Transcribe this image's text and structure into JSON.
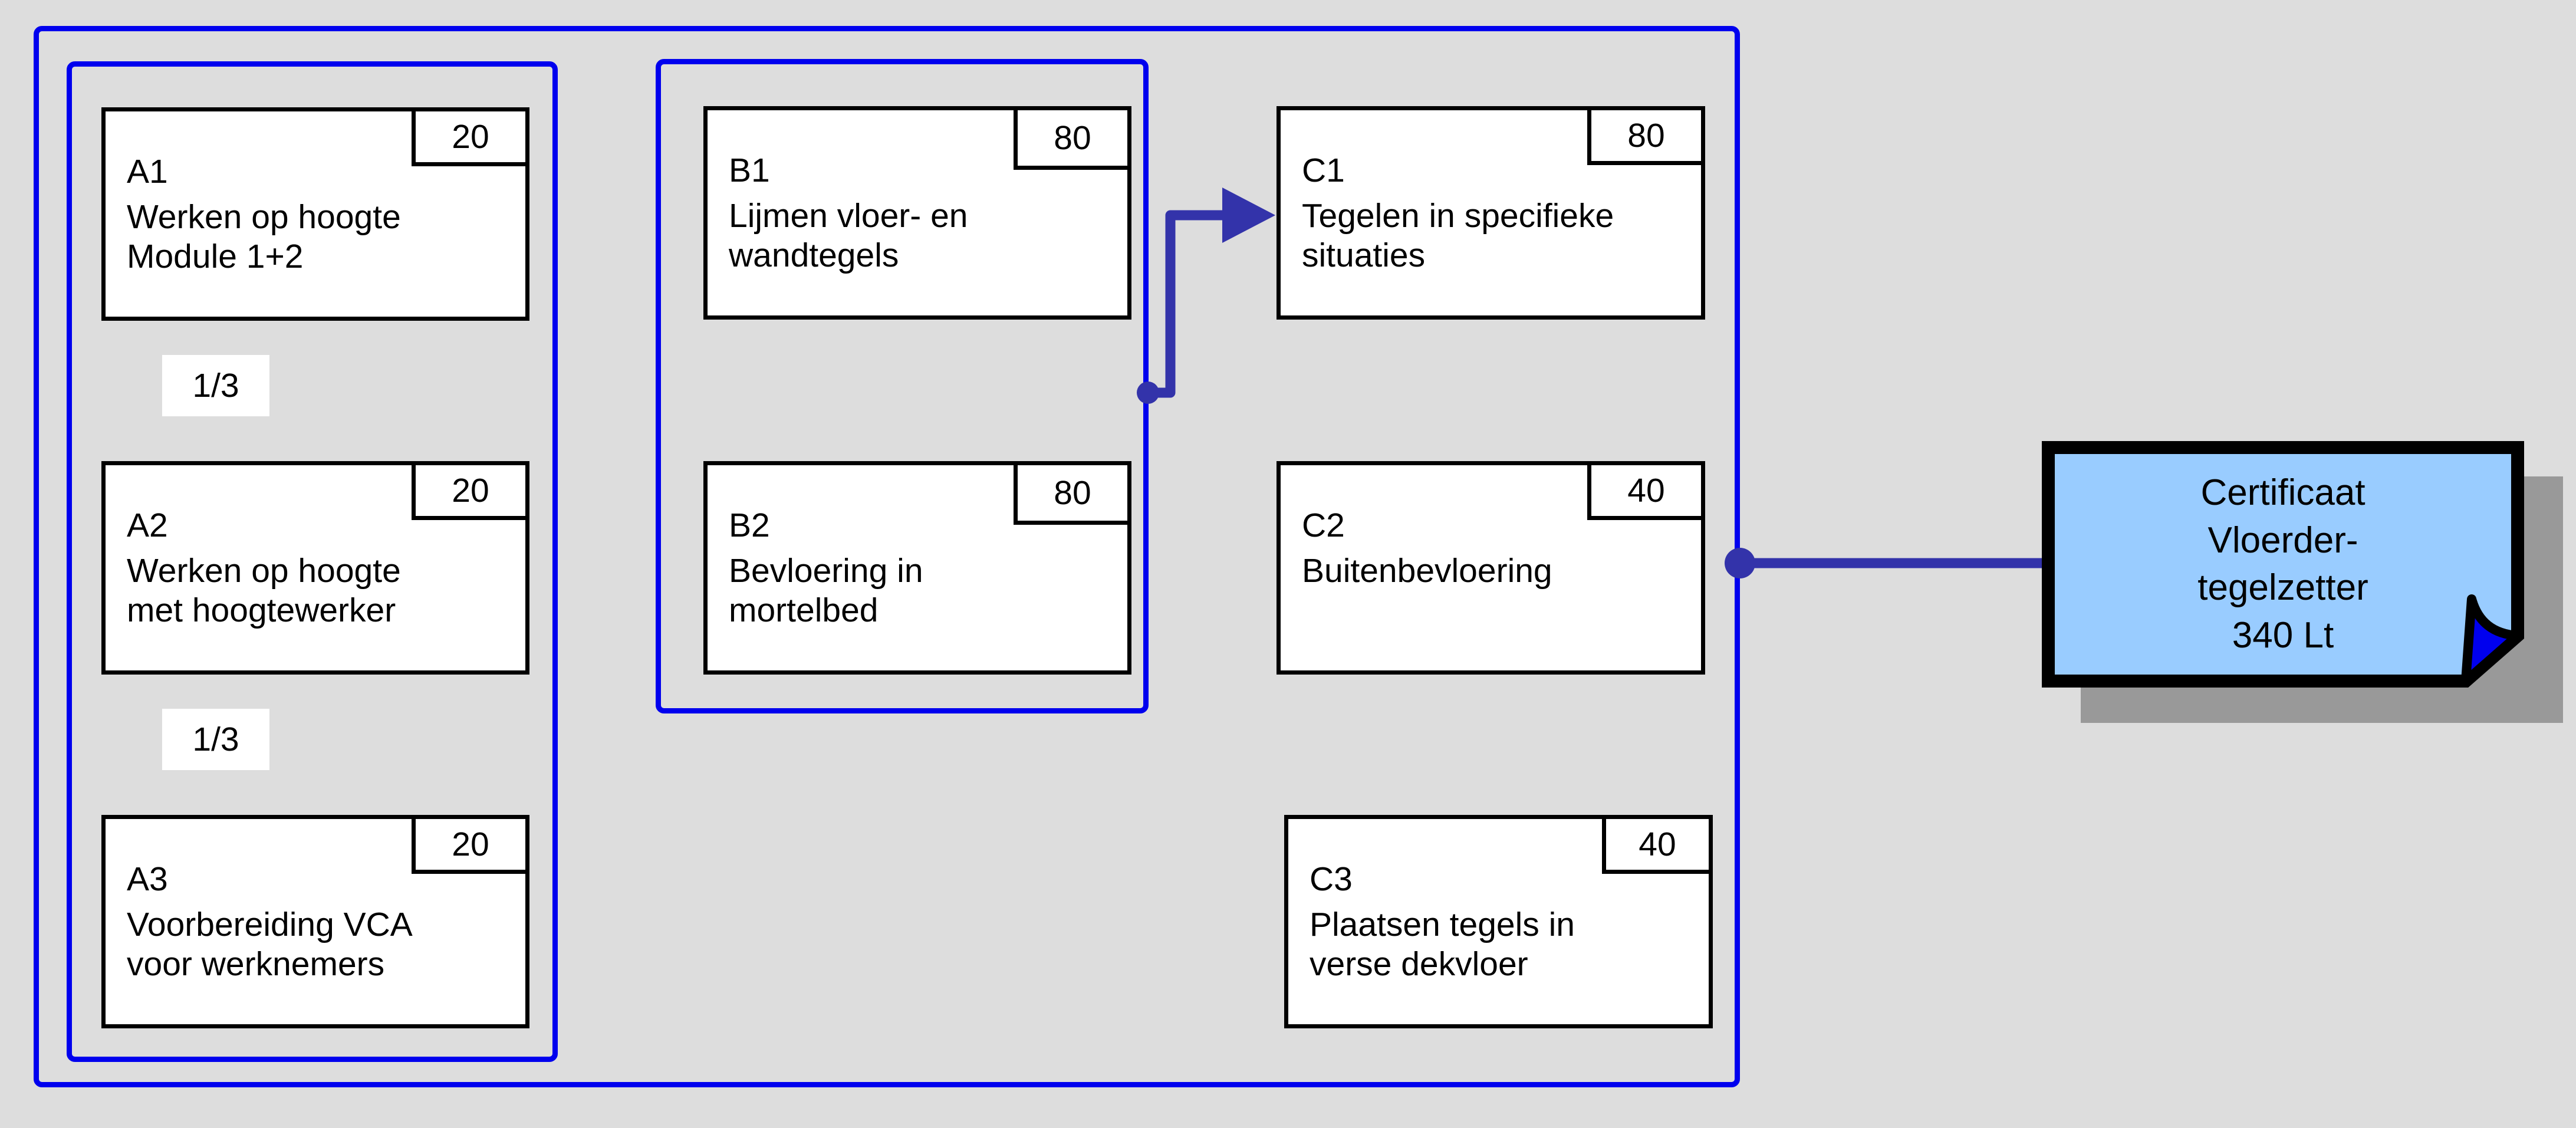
{
  "canvas": {
    "background_color": "#dddddd",
    "group_border_color": "#0000ee",
    "connector_color": "#3333aa",
    "module_border_color": "#000000",
    "certificate_fill": "#99ccff",
    "certificate_fold_color": "#0000ee",
    "certificate_shadow_color": "#999999"
  },
  "groups": {
    "outer": {
      "name": "outer-group"
    },
    "a": {
      "name": "group-a"
    },
    "b": {
      "name": "group-b"
    }
  },
  "modules": [
    {
      "id": "a1",
      "code": "A1",
      "badge": "20",
      "title_lines": [
        "Werken op hoogte",
        "Module 1+2"
      ]
    },
    {
      "id": "a2",
      "code": "A2",
      "badge": "20",
      "title_lines": [
        "Werken op hoogte",
        "met hoogtewerker"
      ]
    },
    {
      "id": "a3",
      "code": "A3",
      "badge": "20",
      "title_lines": [
        "Voorbereiding VCA",
        "voor werknemers"
      ]
    },
    {
      "id": "b1",
      "code": "B1",
      "badge": "80",
      "title_lines": [
        "Lijmen vloer- en",
        "wandtegels"
      ]
    },
    {
      "id": "b2",
      "code": "B2",
      "badge": "80",
      "title_lines": [
        "Bevloering in",
        "mortelbed"
      ]
    },
    {
      "id": "c1",
      "code": "C1",
      "badge": "80",
      "title_lines": [
        "Tegelen in specifieke",
        "situaties"
      ]
    },
    {
      "id": "c2",
      "code": "C2",
      "badge": "40",
      "title_lines": [
        "Buitenbevloering"
      ]
    },
    {
      "id": "c3",
      "code": "C3",
      "badge": "40",
      "title_lines": [
        "Plaatsen tegels in",
        "verse dekvloer"
      ]
    }
  ],
  "fractions": [
    {
      "id": "fraction-a1-a2",
      "label": "1/3"
    },
    {
      "id": "fraction-a2-a3",
      "label": "1/3"
    }
  ],
  "certificate": {
    "lines": [
      "Certificaat",
      "Vloerder-",
      "tegelzetter",
      "340 Lt"
    ]
  }
}
